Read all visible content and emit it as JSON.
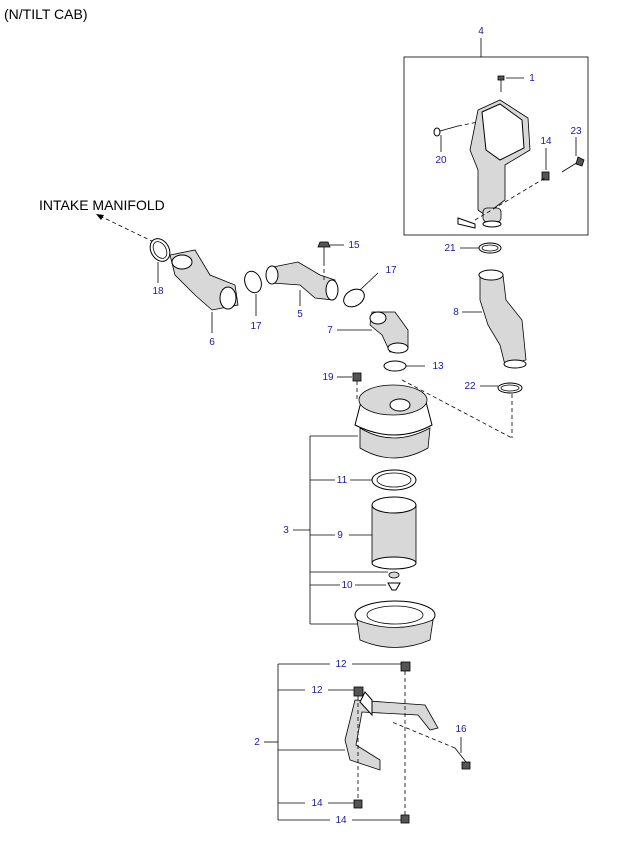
{
  "header": {
    "title": "(N/TILT CAB)"
  },
  "destination_label": "INTAKE MANIFOLD",
  "callouts": {
    "c1": "1",
    "c2": "2",
    "c3": "3",
    "c4": "4",
    "c5": "5",
    "c6": "6",
    "c7": "7",
    "c8": "8",
    "c9": "9",
    "c10": "10",
    "c11": "11",
    "c12a": "12",
    "c12b": "12",
    "c13": "13",
    "c14a": "14",
    "c14b": "14",
    "c14c": "14",
    "c15": "15",
    "c16": "16",
    "c17a": "17",
    "c17b": "17",
    "c18": "18",
    "c19": "19",
    "c20": "20",
    "c21": "21",
    "c22": "22",
    "c23": "23"
  },
  "colors": {
    "callout_text": "#1a1aa0",
    "line": "#000000"
  }
}
